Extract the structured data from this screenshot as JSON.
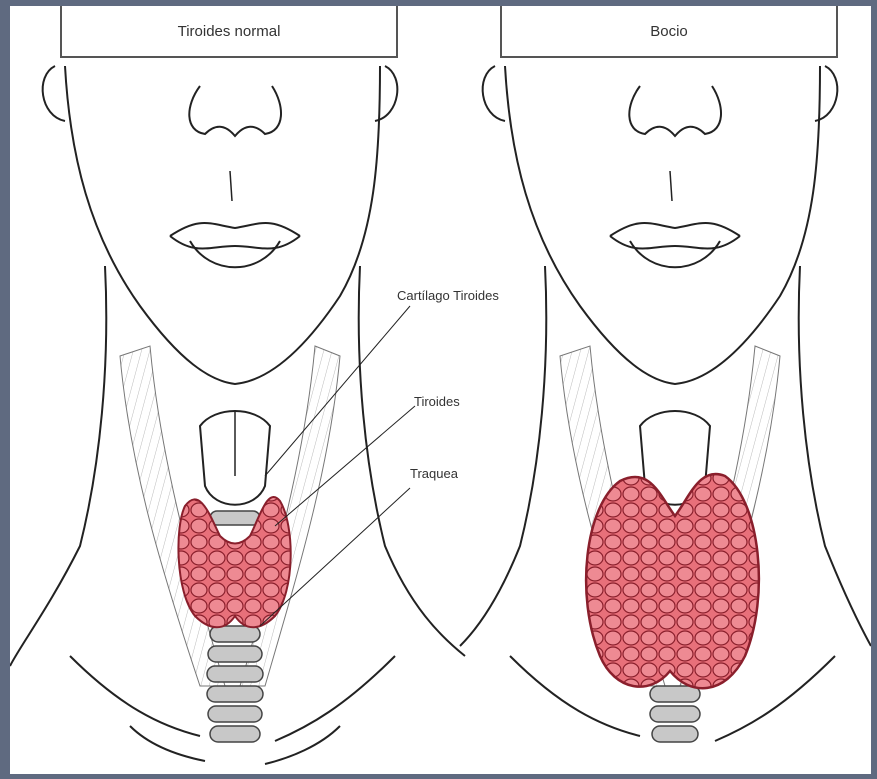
{
  "panels": {
    "left": {
      "title": "Tiroides normal"
    },
    "right": {
      "title": "Bocio"
    }
  },
  "labels": {
    "cartilage": "Cartílago Tiroides",
    "thyroid": "Tiroides",
    "trachea": "Traquea"
  },
  "colors": {
    "frame": "#5f6a80",
    "thyroid_fill": "#e8707a",
    "thyroid_stroke": "#8a1f2c",
    "line": "#222222"
  }
}
